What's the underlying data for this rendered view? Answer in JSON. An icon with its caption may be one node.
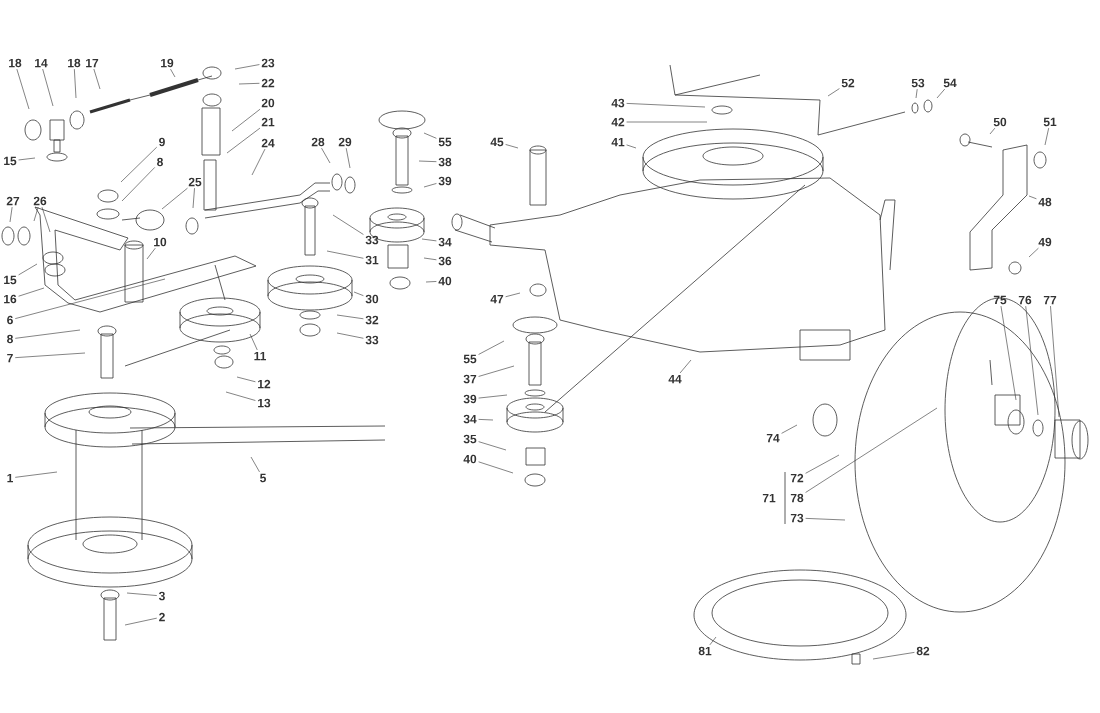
{
  "diagram": {
    "nodes": [
      {
        "text": [
          "1"
        ]
      },
      {
        "text": [
          "2"
        ]
      },
      {
        "text": [
          "3"
        ]
      },
      {
        "text": [
          "5"
        ]
      },
      {
        "text": [
          "6"
        ]
      },
      {
        "text": [
          "7"
        ]
      },
      {
        "text": [
          "8"
        ]
      },
      {
        "text": [
          "8"
        ]
      },
      {
        "text": [
          "9"
        ]
      },
      {
        "text": [
          "10"
        ]
      },
      {
        "text": [
          "11"
        ]
      },
      {
        "text": [
          "12"
        ]
      },
      {
        "text": [
          "13"
        ]
      },
      {
        "text": [
          "14"
        ]
      },
      {
        "text": [
          "15"
        ]
      },
      {
        "text": [
          "15"
        ]
      },
      {
        "text": [
          "16"
        ]
      },
      {
        "text": [
          "17"
        ]
      },
      {
        "text": [
          "18"
        ]
      },
      {
        "text": [
          "18"
        ]
      },
      {
        "text": [
          "19"
        ]
      },
      {
        "text": [
          "20"
        ]
      },
      {
        "text": [
          "21"
        ]
      },
      {
        "text": [
          "22"
        ]
      },
      {
        "text": [
          "23"
        ]
      },
      {
        "text": [
          "24"
        ]
      },
      {
        "text": [
          "25"
        ]
      },
      {
        "text": [
          "26"
        ]
      },
      {
        "text": [
          "27"
        ]
      },
      {
        "text": [
          "28"
        ]
      },
      {
        "text": [
          "29"
        ]
      },
      {
        "text": [
          "30"
        ]
      },
      {
        "text": [
          "31"
        ]
      },
      {
        "text": [
          "32"
        ]
      },
      {
        "text": [
          "33"
        ]
      },
      {
        "text": [
          "33"
        ]
      },
      {
        "text": [
          "34"
        ]
      },
      {
        "text": [
          "34"
        ]
      },
      {
        "text": [
          "35"
        ]
      },
      {
        "text": [
          "36"
        ]
      },
      {
        "text": [
          "37"
        ]
      },
      {
        "text": [
          "38"
        ]
      },
      {
        "text": [
          "39"
        ]
      },
      {
        "text": [
          "39"
        ]
      },
      {
        "text": [
          "40"
        ]
      },
      {
        "text": [
          "40"
        ]
      },
      {
        "text": [
          "41"
        ]
      },
      {
        "text": [
          "42"
        ]
      },
      {
        "text": [
          "43"
        ]
      },
      {
        "text": [
          "44"
        ]
      },
      {
        "text": [
          "45"
        ]
      },
      {
        "text": [
          "47"
        ]
      },
      {
        "text": [
          "48"
        ]
      },
      {
        "text": [
          "49"
        ]
      },
      {
        "text": [
          "50"
        ]
      },
      {
        "text": [
          "51"
        ]
      },
      {
        "text": [
          "52"
        ]
      },
      {
        "text": [
          "53"
        ]
      },
      {
        "text": [
          "54"
        ]
      },
      {
        "text": [
          "55"
        ]
      },
      {
        "text": [
          "55"
        ]
      },
      {
        "text": [
          "72"
        ]
      },
      {
        "text": [
          "73"
        ]
      },
      {
        "text": [
          "74"
        ]
      },
      {
        "text": [
          "75"
        ]
      },
      {
        "text": [
          "76"
        ]
      },
      {
        "text": [
          "77"
        ]
      },
      {
        "text": [
          "78"
        ]
      },
      {
        "text": [
          "81"
        ]
      },
      {
        "text": [
          "82"
        ]
      }
    ],
    "edges": [
      {
        "from": 0,
        "to": null,
        "arrow": "none"
      },
      {
        "from": 1,
        "to": null,
        "arrow": "none"
      },
      {
        "from": 2,
        "to": null,
        "arrow": "none"
      },
      {
        "from": 3,
        "to": null,
        "arrow": "none"
      },
      {
        "from": 4,
        "to": null,
        "arrow": "none"
      },
      {
        "from": 5,
        "to": null,
        "arrow": "none"
      },
      {
        "from": 6,
        "to": null,
        "arrow": "none"
      },
      {
        "from": 7,
        "to": null,
        "arrow": "none"
      },
      {
        "from": 8,
        "to": null,
        "arrow": "none"
      },
      {
        "from": 9,
        "to": null,
        "arrow": "none"
      },
      {
        "from": 10,
        "to": null,
        "arrow": "none"
      },
      {
        "from": 11,
        "to": null,
        "arrow": "none"
      },
      {
        "from": 12,
        "to": null,
        "arrow": "none"
      },
      {
        "from": 13,
        "to": null,
        "arrow": "none"
      },
      {
        "from": 14,
        "to": null,
        "arrow": "none"
      },
      {
        "from": 15,
        "to": null,
        "arrow": "none"
      },
      {
        "from": 16,
        "to": null,
        "arrow": "none"
      },
      {
        "from": 17,
        "to": null,
        "arrow": "none"
      },
      {
        "from": 18,
        "to": null,
        "arrow": "none"
      },
      {
        "from": 19,
        "to": null,
        "arrow": "none"
      },
      {
        "from": 20,
        "to": null,
        "arrow": "none"
      },
      {
        "from": 21,
        "to": null,
        "arrow": "none"
      },
      {
        "from": 22,
        "to": null,
        "arrow": "none"
      },
      {
        "from": 23,
        "to": null,
        "arrow": "none"
      },
      {
        "from": 24,
        "to": null,
        "arrow": "none"
      },
      {
        "from": 25,
        "to": null,
        "arrow": "none"
      },
      {
        "from": 26,
        "to": null,
        "arrow": "none"
      },
      {
        "from": 26,
        "to": null,
        "arrow": "none"
      },
      {
        "from": 27,
        "to": null,
        "arrow": "none"
      },
      {
        "from": 27,
        "to": null,
        "arrow": "none"
      },
      {
        "from": 28,
        "to": null,
        "arrow": "none"
      },
      {
        "from": 29,
        "to": null,
        "arrow": "none"
      },
      {
        "from": 30,
        "to": null,
        "arrow": "none"
      },
      {
        "from": 31,
        "to": null,
        "arrow": "none"
      },
      {
        "from": 32,
        "to": null,
        "arrow": "none"
      },
      {
        "from": 33,
        "to": null,
        "arrow": "none"
      },
      {
        "from": 34,
        "to": null,
        "arrow": "none"
      },
      {
        "from": 35,
        "to": null,
        "arrow": "none"
      },
      {
        "from": 36,
        "to": null,
        "arrow": "none"
      },
      {
        "from": 37,
        "to": null,
        "arrow": "none"
      },
      {
        "from": 38,
        "to": null,
        "arrow": "none"
      },
      {
        "from": 39,
        "to": null,
        "arrow": "none"
      },
      {
        "from": 40,
        "to": null,
        "arrow": "none"
      },
      {
        "from": 41,
        "to": null,
        "arrow": "none"
      },
      {
        "from": 42,
        "to": null,
        "arrow": "none"
      },
      {
        "from": 43,
        "to": null,
        "arrow": "none"
      },
      {
        "from": 44,
        "to": null,
        "arrow": "none"
      },
      {
        "from": 45,
        "to": null,
        "arrow": "none"
      },
      {
        "from": 46,
        "to": null,
        "arrow": "none"
      },
      {
        "from": 47,
        "to": null,
        "arrow": "none"
      },
      {
        "from": 48,
        "to": null,
        "arrow": "none"
      },
      {
        "from": 49,
        "to": null,
        "arrow": "none"
      },
      {
        "from": 50,
        "to": null,
        "arrow": "none"
      },
      {
        "from": 51,
        "to": null,
        "arrow": "none"
      },
      {
        "from": 52,
        "to": null,
        "arrow": "none"
      },
      {
        "from": 53,
        "to": null,
        "arrow": "none"
      },
      {
        "from": 54,
        "to": null,
        "arrow": "none"
      },
      {
        "from": 55,
        "to": null,
        "arrow": "none"
      },
      {
        "from": 56,
        "to": null,
        "arrow": "none"
      },
      {
        "from": 57,
        "to": null,
        "arrow": "none"
      },
      {
        "from": 58,
        "to": null,
        "arrow": "none"
      },
      {
        "from": 59,
        "to": null,
        "arrow": "none"
      },
      {
        "from": 60,
        "to": null,
        "arrow": "none"
      },
      {
        "from": 61,
        "to": null,
        "arrow": "none"
      },
      {
        "from": 62,
        "to": null,
        "arrow": "none"
      },
      {
        "from": 63,
        "to": null,
        "arrow": "none"
      },
      {
        "from": 64,
        "to": null,
        "arrow": "none"
      },
      {
        "from": 65,
        "to": null,
        "arrow": "none"
      },
      {
        "from": 66,
        "to": null,
        "arrow": "none"
      },
      {
        "from": 67,
        "to": null,
        "arrow": "none"
      },
      {
        "from": 68,
        "to": null,
        "arrow": "none"
      },
      {
        "from": 69,
        "to": null,
        "arrow": "none"
      }
    ],
    "labels": [
      "71"
    ]
  }
}
